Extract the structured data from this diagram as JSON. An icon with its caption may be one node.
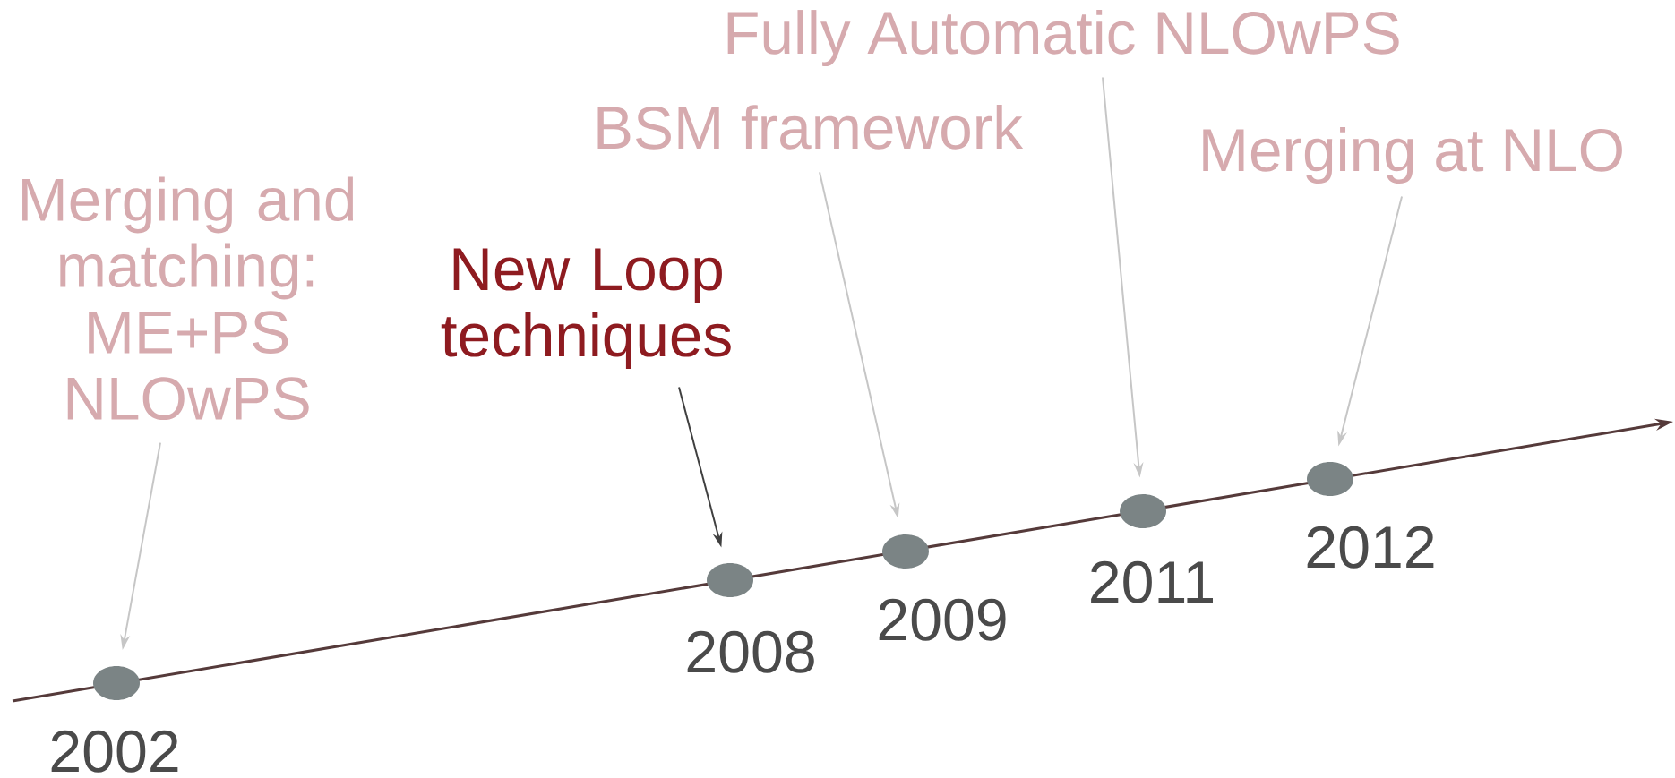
{
  "diagram": {
    "nodes": [
      {
        "text": [
          "Merging and matching: ME+PS NLOwPS"
        ]
      },
      {
        "text": [
          "New Loop techniques"
        ]
      },
      {
        "text": [
          "BSM framework"
        ]
      },
      {
        "text": [
          "Fully Automatic NLOwPS"
        ]
      },
      {
        "text": [
          "Merging at NLO"
        ]
      },
      {
        "text": [],
        "shape": "circle",
        "beside": [
          "2002"
        ]
      },
      {
        "text": [],
        "shape": "circle",
        "beside": [
          "2008"
        ]
      },
      {
        "text": [],
        "shape": "circle",
        "beside": [
          "2009"
        ]
      },
      {
        "text": [],
        "shape": "circle",
        "beside": [
          "2011"
        ]
      },
      {
        "text": [],
        "shape": "circle",
        "beside": [
          "2012"
        ]
      }
    ],
    "edges": [
      {
        "from": 0,
        "to": 5,
        "arrow": "to"
      },
      {
        "from": 1,
        "to": 6,
        "arrow": "to",
        "color": "#404040"
      },
      {
        "from": 2,
        "to": 7,
        "arrow": "to"
      },
      {
        "from": 3,
        "to": 8,
        "arrow": "to"
      },
      {
        "from": 4,
        "to": 9,
        "arrow": "to"
      }
    ]
  }
}
